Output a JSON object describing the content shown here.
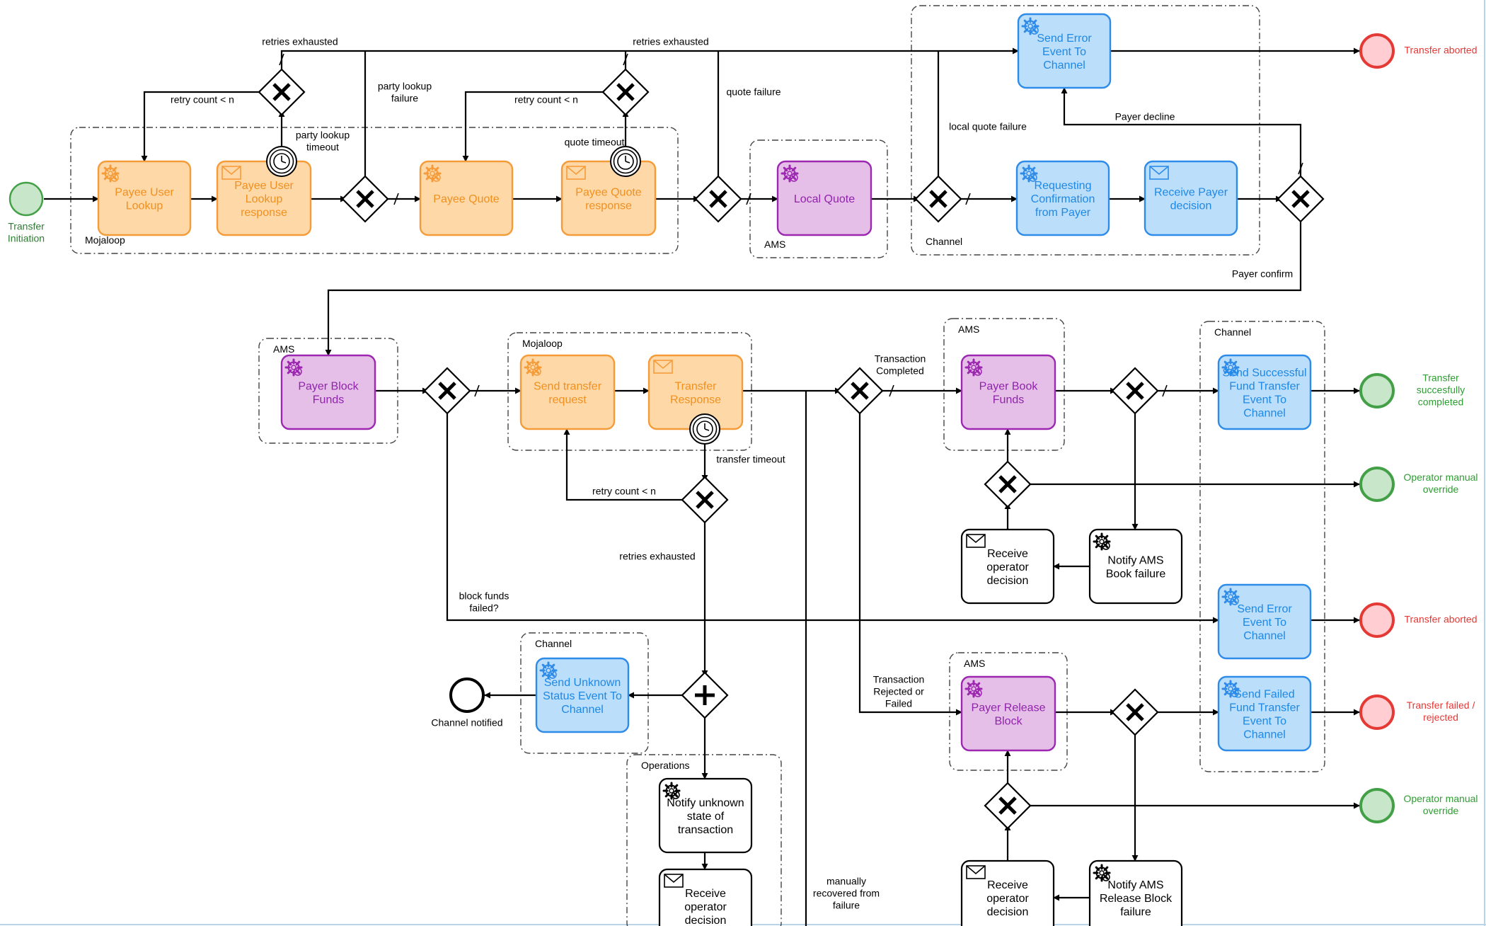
{
  "colors": {
    "orange_fill": "#FFD8A8",
    "orange_stroke": "#F59C3A",
    "orange_text": "#F0901E",
    "purple_fill": "#E6BFE8",
    "purple_stroke": "#9C27B0",
    "purple_text": "#8E24AA",
    "blue_fill": "#BBDEFB",
    "blue_stroke": "#2E8BE8",
    "blue_text": "#1E88E5",
    "white_fill": "#FFFFFF",
    "black": "#000000",
    "start_fill": "#C8E6C9",
    "start_stroke": "#43A047",
    "start_text": "#2E7D32",
    "end_ok_fill": "#C8E6C9",
    "end_ok_stroke": "#43A047",
    "end_ok_text": "#2E9D32",
    "end_err_fill": "#FFCDD2",
    "end_err_stroke": "#E53935",
    "end_err_text": "#E53935"
  },
  "pools": [
    {
      "id": "pool-mojaloop-1",
      "label": "Mojaloop"
    },
    {
      "id": "pool-ams-1",
      "label": "AMS"
    },
    {
      "id": "pool-channel-1",
      "label": "Channel"
    },
    {
      "id": "pool-ams-2",
      "label": "AMS"
    },
    {
      "id": "pool-mojaloop-2",
      "label": "Mojaloop"
    },
    {
      "id": "pool-ams-3",
      "label": "AMS"
    },
    {
      "id": "pool-channel-2",
      "label": "Channel"
    },
    {
      "id": "pool-channel-3",
      "label": "Channel"
    },
    {
      "id": "pool-ams-4",
      "label": "AMS"
    },
    {
      "id": "pool-operations",
      "label": "Operations"
    }
  ],
  "tasks": [
    {
      "id": "payee-user-lookup",
      "label": [
        "Payee User",
        "Lookup"
      ],
      "color": "orange",
      "icon": "gear-icon"
    },
    {
      "id": "payee-user-lookup-response",
      "label": [
        "Payee User",
        "Lookup",
        "response"
      ],
      "color": "orange",
      "icon": "envelope-icon"
    },
    {
      "id": "payee-quote",
      "label": [
        "Payee Quote"
      ],
      "color": "orange",
      "icon": "gear-icon"
    },
    {
      "id": "payee-quote-response",
      "label": [
        "Payee Quote",
        "response"
      ],
      "color": "orange",
      "icon": "envelope-icon"
    },
    {
      "id": "local-quote",
      "label": [
        "Local Quote"
      ],
      "color": "purple",
      "icon": "gear-icon"
    },
    {
      "id": "requesting-confirmation",
      "label": [
        "Requesting",
        "Confirmation",
        "from Payer"
      ],
      "color": "blue",
      "icon": "gear-icon"
    },
    {
      "id": "receive-payer-decision",
      "label": [
        "Receive Payer",
        "decision"
      ],
      "color": "blue",
      "icon": "envelope-icon"
    },
    {
      "id": "send-error-event-top",
      "label": [
        "Send Error",
        "Event To",
        "Channel"
      ],
      "color": "blue",
      "icon": "gear-icon"
    },
    {
      "id": "payer-block-funds",
      "label": [
        "Payer Block",
        "Funds"
      ],
      "color": "purple",
      "icon": "gear-icon"
    },
    {
      "id": "send-transfer-request",
      "label": [
        "Send transfer",
        "request"
      ],
      "color": "orange",
      "icon": "gear-icon"
    },
    {
      "id": "transfer-response",
      "label": [
        "Transfer",
        "Response"
      ],
      "color": "orange",
      "icon": "envelope-icon"
    },
    {
      "id": "payer-book-funds",
      "label": [
        "Payer Book",
        "Funds"
      ],
      "color": "purple",
      "icon": "gear-icon"
    },
    {
      "id": "send-successful-fund-transfer",
      "label": [
        "Send Successful",
        "Fund Transfer",
        "Event To",
        "Channel"
      ],
      "color": "blue",
      "icon": "gear-icon"
    },
    {
      "id": "receive-operator-decision-1",
      "label": [
        "Receive",
        "operator",
        "decision"
      ],
      "color": "white",
      "icon": "envelope-icon"
    },
    {
      "id": "notify-ams-book-failure",
      "label": [
        "Notify AMS",
        "Book failure"
      ],
      "color": "white",
      "icon": "gear-icon"
    },
    {
      "id": "send-error-event-mid",
      "label": [
        "Send Error",
        "Event To",
        "Channel"
      ],
      "color": "blue",
      "icon": "gear-icon"
    },
    {
      "id": "send-unknown-status",
      "label": [
        "Send Unknown",
        "Status Event To",
        "Channel"
      ],
      "color": "blue",
      "icon": "gear-icon"
    },
    {
      "id": "payer-release-block",
      "label": [
        "Payer Release",
        "Block"
      ],
      "color": "purple",
      "icon": "gear-icon"
    },
    {
      "id": "send-failed-fund-transfer",
      "label": [
        "Send Failed",
        "Fund Transfer",
        "Event To",
        "Channel"
      ],
      "color": "blue",
      "icon": "gear-icon"
    },
    {
      "id": "notify-unknown-state",
      "label": [
        "Notify unknown",
        "state of",
        "transaction"
      ],
      "color": "white",
      "icon": "gear-icon"
    },
    {
      "id": "receive-operator-decision-ops",
      "label": [
        "Receive",
        "operator",
        "decision"
      ],
      "color": "white",
      "icon": "envelope-icon"
    },
    {
      "id": "receive-operator-decision-2",
      "label": [
        "Receive",
        "operator",
        "decision"
      ],
      "color": "white",
      "icon": "envelope-icon"
    },
    {
      "id": "notify-ams-release-block-failure",
      "label": [
        "Notify AMS",
        "Release Block",
        "failure"
      ],
      "color": "white",
      "icon": "gear-icon"
    }
  ],
  "events": [
    {
      "id": "transfer-initiation",
      "type": "start",
      "label": [
        "Transfer",
        "Initiation"
      ]
    },
    {
      "id": "transfer-aborted-top",
      "type": "end_err",
      "label": [
        "Transfer aborted"
      ]
    },
    {
      "id": "transfer-successfully-completed",
      "type": "end_ok",
      "label": [
        "Transfer",
        "succesfully",
        "completed"
      ]
    },
    {
      "id": "operator-manual-override-1",
      "type": "end_ok",
      "label": [
        "Operator manual",
        "override"
      ]
    },
    {
      "id": "transfer-aborted-mid",
      "type": "end_err",
      "label": [
        "Transfer aborted"
      ]
    },
    {
      "id": "transfer-failed-rejected",
      "type": "end_err",
      "label": [
        "Transfer failed /",
        "rejected"
      ]
    },
    {
      "id": "operator-manual-override-2",
      "type": "end_ok",
      "label": [
        "Operator manual",
        "override"
      ]
    },
    {
      "id": "channel-notified",
      "type": "end_plain",
      "label": [
        "Channel notified"
      ]
    }
  ],
  "flow_labels": {
    "retries_exhausted_1": [
      "retries exhausted"
    ],
    "retries_exhausted_2": [
      "retries exhausted"
    ],
    "retry_count_1": [
      "retry count < n"
    ],
    "retry_count_2": [
      "retry count < n"
    ],
    "party_lookup_failure": [
      "party lookup",
      "failure"
    ],
    "party_lookup_timeout": [
      "party lookup",
      "timeout"
    ],
    "quote_timeout": [
      "quote timeout"
    ],
    "quote_failure": [
      "quote failure"
    ],
    "local_quote_failure": [
      "local quote failure"
    ],
    "payer_decline": [
      "Payer decline"
    ],
    "payer_confirm": [
      "Payer confirm"
    ],
    "transaction_completed": [
      "Transaction",
      "Completed"
    ],
    "transfer_timeout": [
      "transfer timeout"
    ],
    "retry_count_3": [
      "retry count < n"
    ],
    "retries_exhausted_3": [
      "retries exhausted"
    ],
    "block_funds_failed": [
      "block funds",
      "failed?"
    ],
    "transaction_rejected": [
      "Transaction",
      "Rejected or",
      "Failed"
    ],
    "manually_recovered": [
      "manually",
      "recovered from",
      "failure"
    ]
  }
}
